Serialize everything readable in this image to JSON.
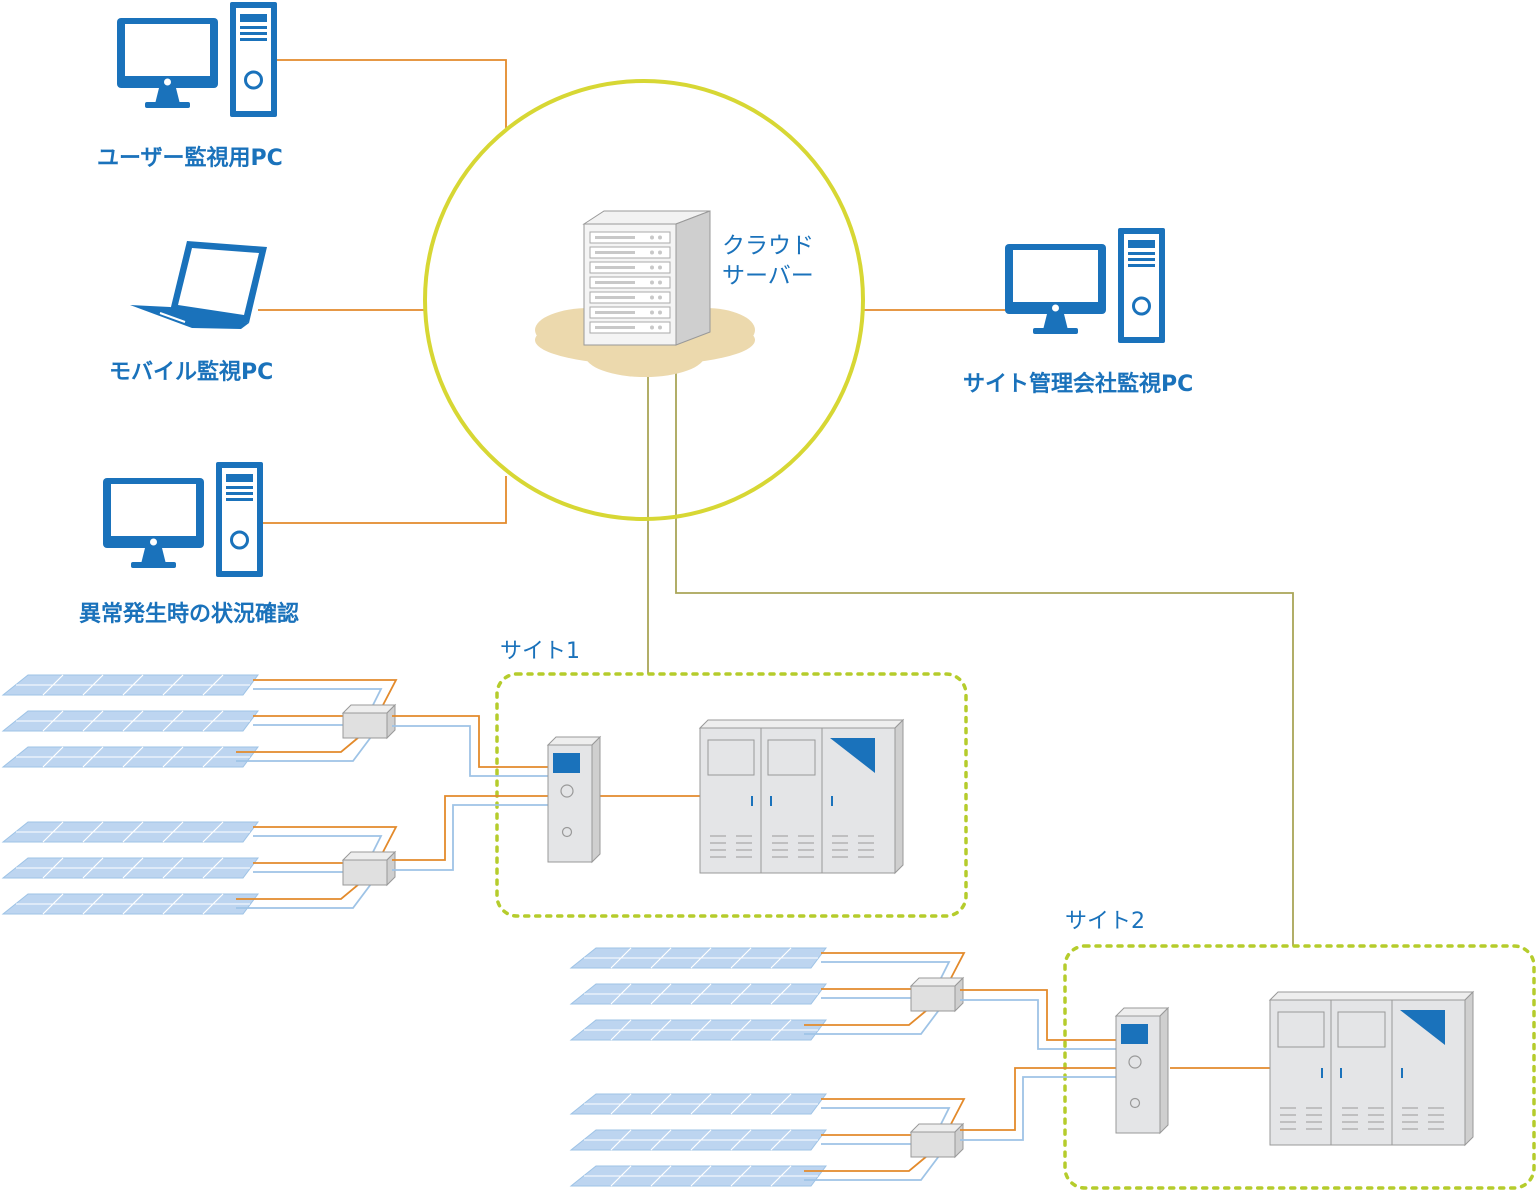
{
  "labels": {
    "user_pc": "ユーザー監視用PC",
    "mobile_pc": "モバイル監視PC",
    "anomaly_pc": "異常発生時の状況確認",
    "site_mgmt_pc": "サイト管理会社監視PC",
    "server_line1": "クラウド",
    "server_line2": "サーバー",
    "site1": "サイト1",
    "site2": "サイト2"
  },
  "icons": {
    "user_pc": "desktop-computer-icon",
    "mobile_pc": "laptop-icon",
    "anomaly_pc": "desktop-computer-icon",
    "site_mgmt_pc": "desktop-computer-icon",
    "server": "server-rack-icon",
    "cloud": "cloud-icon",
    "monitor": "data-logger-icon",
    "pcs": "power-conditioner-icon",
    "junction": "junction-box-icon",
    "panel": "solar-panel-icon"
  },
  "colors": {
    "brand_blue": "#1a72bb",
    "orange_line": "#e38a2b",
    "light_blue_line": "#9ec3e6",
    "olive_line": "#a9a557",
    "cloud_circle": "#d7d734",
    "site_border": "#b5cc2c",
    "cloud_fill": "#ecd9ad",
    "panel_fill": "#bdd5f0",
    "equipment_gray": "#e4e5e7"
  }
}
